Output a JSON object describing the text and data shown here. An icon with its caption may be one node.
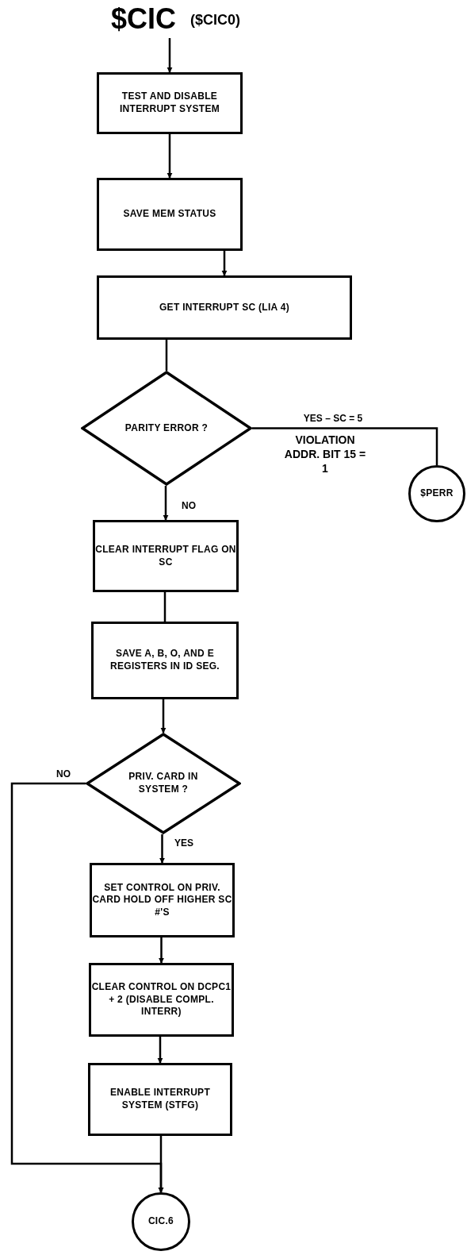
{
  "diagram": {
    "title": "$CIC",
    "nodes": [
      {
        "text": [
          "TEST AND DISABLE INTERRUPT SYSTEM"
        ]
      },
      {
        "text": [
          "SAVE MEM STATUS"
        ]
      },
      {
        "text": [
          "GET INTERRUPT SC (LIA 4)"
        ]
      },
      {
        "text": [
          "PARITY ERROR ?"
        ]
      },
      {
        "text": [
          "$PERR"
        ]
      },
      {
        "text": [
          "CLEAR INTERRUPT FLAG ON SC"
        ]
      },
      {
        "text": [
          "SAVE A, B, O, AND E REGISTERS IN ID SEG."
        ]
      },
      {
        "text": [
          "PRIV. CARD IN SYSTEM ?"
        ]
      },
      {
        "text": [
          "SET CONTROL ON PRIV. CARD HOLD OFF HIGHER SC #'S"
        ]
      },
      {
        "text": [
          "CLEAR CONTROL ON DCPC1 + 2 (DISABLE COMPL. INTERR)"
        ]
      },
      {
        "text": [
          "ENABLE INTERRUPT SYSTEM (STFG)"
        ]
      },
      {
        "text": [
          "CIC.6"
        ]
      }
    ],
    "edges": [
      {
        "from": null,
        "to": 0,
        "arrow": "to"
      },
      {
        "from": 0,
        "to": 1,
        "arrow": "to"
      },
      {
        "from": 1,
        "to": 2,
        "arrow": "to"
      },
      {
        "from": 2,
        "to": 3,
        "arrow": "none"
      },
      {
        "from": 3,
        "to": 4,
        "arrow": "none",
        "label": "YES – SC = 5"
      },
      {
        "from": 3,
        "to": 5,
        "arrow": "to",
        "label": "NO"
      },
      {
        "from": 5,
        "to": 6,
        "arrow": "none"
      },
      {
        "from": 6,
        "to": 7,
        "arrow": "to"
      },
      {
        "from": 7,
        "to": 8,
        "arrow": "to",
        "label": "YES"
      },
      {
        "from": 7,
        "to": 11,
        "arrow": "to",
        "label": "NO"
      },
      {
        "from": 8,
        "to": 9,
        "arrow": "to"
      },
      {
        "from": 9,
        "to": 10,
        "arrow": "to"
      },
      {
        "from": 10,
        "to": 11,
        "arrow": "to"
      }
    ],
    "labels": [
      "($CIC0)",
      "VIOLATION ADDR. BIT 15 = 1"
    ]
  }
}
